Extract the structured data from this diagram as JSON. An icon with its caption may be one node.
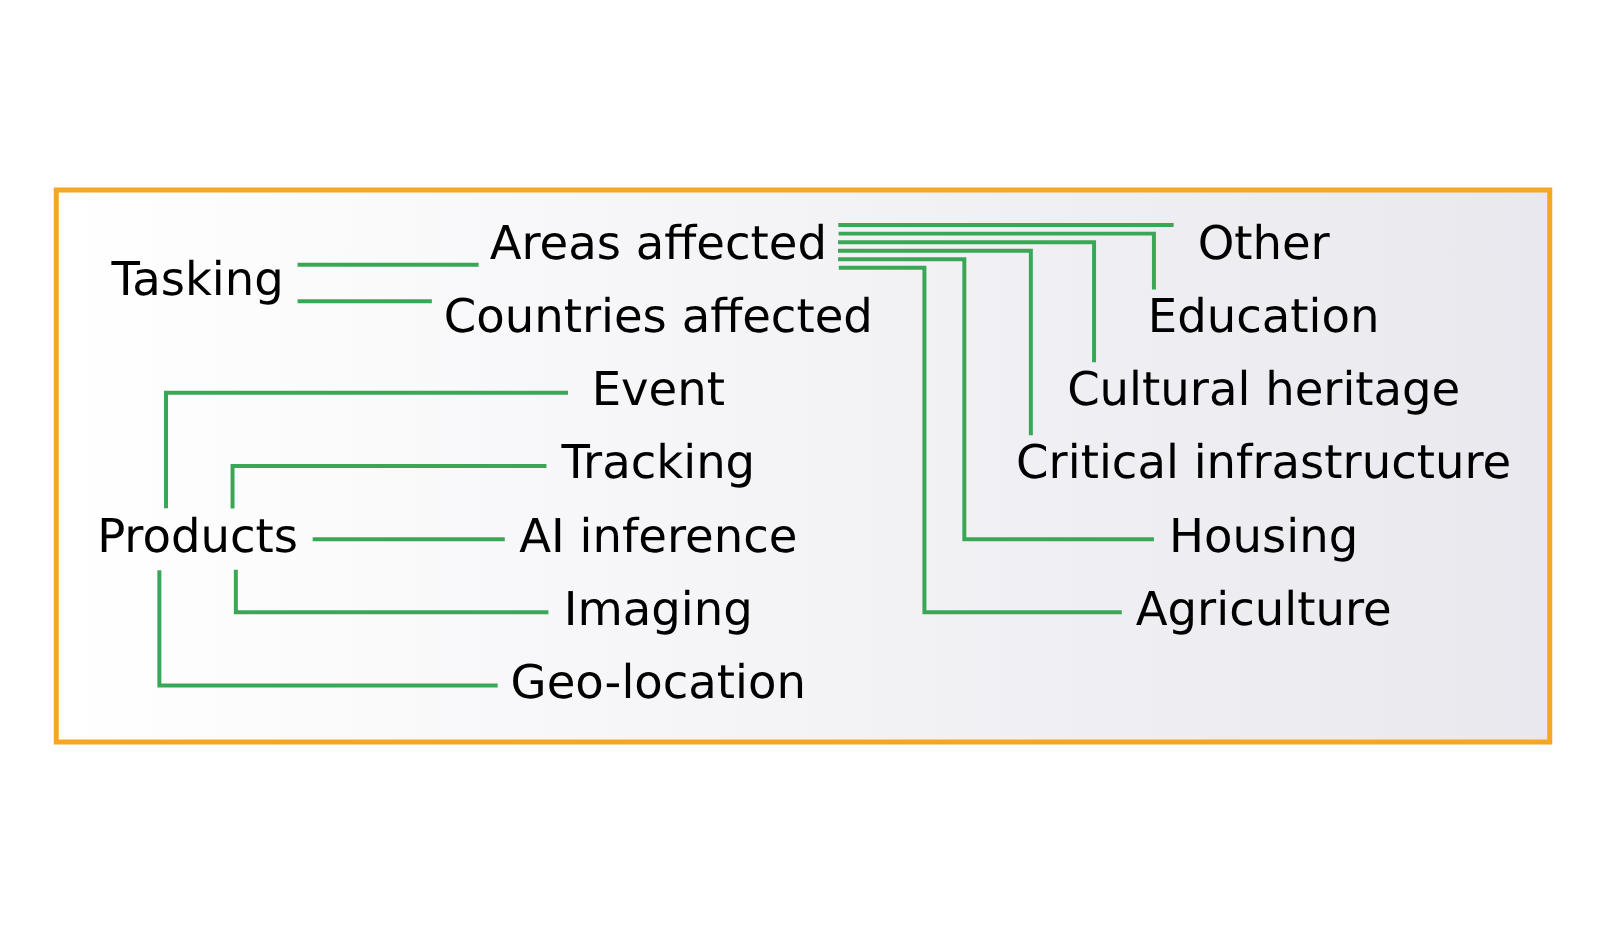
{
  "diagram": {
    "nodes": [
      {
        "text": [],
        "shape": "box"
      },
      {
        "text": [
          "Tasking"
        ],
        "in": 0
      },
      {
        "text": [
          "Countries affected"
        ],
        "in": 0
      },
      {
        "text": [
          "Areas affected"
        ],
        "in": 0
      },
      {
        "text": [
          "Agriculture"
        ],
        "in": 0
      },
      {
        "text": [
          "Housing"
        ],
        "in": 0
      },
      {
        "text": [
          "Critical infrastructure"
        ],
        "in": 0
      },
      {
        "text": [
          "Cultural heritage"
        ],
        "in": 0
      },
      {
        "text": [
          "Education"
        ],
        "in": 0
      },
      {
        "text": [
          "Other"
        ],
        "in": 0
      },
      {
        "text": [
          "Products"
        ],
        "in": 0
      },
      {
        "text": [
          "Geo-location"
        ],
        "in": 0
      },
      {
        "text": [
          "Imaging"
        ],
        "in": 0
      },
      {
        "text": [
          "AI inference"
        ],
        "in": 0
      },
      {
        "text": [
          "Tracking"
        ],
        "in": 0
      },
      {
        "text": [
          "Event"
        ],
        "in": 0
      }
    ],
    "edges": [
      {
        "from": 1,
        "to": 2,
        "arrow": "none"
      },
      {
        "from": 1,
        "to": 3,
        "arrow": "none"
      },
      {
        "from": 3,
        "to": 4,
        "arrow": "none"
      },
      {
        "from": 3,
        "to": 5,
        "arrow": "none"
      },
      {
        "from": 3,
        "to": 6,
        "arrow": "none"
      },
      {
        "from": 3,
        "to": 7,
        "arrow": "none"
      },
      {
        "from": 3,
        "to": 8,
        "arrow": "none"
      },
      {
        "from": 3,
        "to": 9,
        "arrow": "none"
      },
      {
        "from": 10,
        "to": 11,
        "arrow": "none"
      },
      {
        "from": 10,
        "to": 12,
        "arrow": "none"
      },
      {
        "from": 10,
        "to": 13,
        "arrow": "none"
      },
      {
        "from": 10,
        "to": 14,
        "arrow": "none"
      },
      {
        "from": 10,
        "to": 15,
        "arrow": "none"
      }
    ]
  }
}
